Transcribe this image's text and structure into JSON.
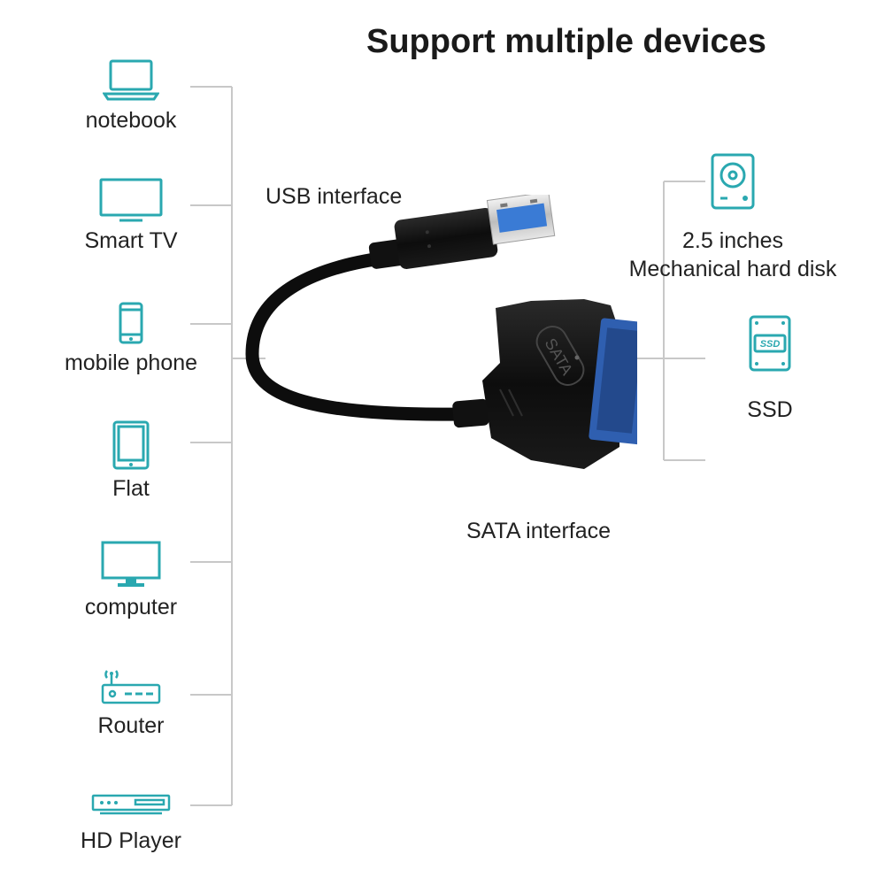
{
  "title": "Support multiple devices",
  "devices": [
    {
      "label": "notebook",
      "icon": "laptop-icon"
    },
    {
      "label": "Smart TV",
      "icon": "tv-icon"
    },
    {
      "label": "mobile phone",
      "icon": "phone-icon"
    },
    {
      "label": "Flat",
      "icon": "tablet-icon"
    },
    {
      "label": "computer",
      "icon": "monitor-icon"
    },
    {
      "label": "Router",
      "icon": "router-icon"
    },
    {
      "label": "HD Player",
      "icon": "hd-player-icon"
    }
  ],
  "usb_label": "USB interface",
  "sata_label": "SATA interface",
  "adapter_text": "SATA",
  "drives": [
    {
      "label_line1": "2.5 inches",
      "label_line2": "Mechanical hard disk",
      "icon": "hard-disk-icon"
    },
    {
      "label": "SSD",
      "icon": "ssd-icon",
      "icon_text": "SSD"
    }
  ],
  "colors": {
    "icon": "#2aa8b0",
    "line": "#c8c8c8",
    "cable": "#0d0d0d",
    "usb_blue": "#3a7bd5",
    "sata_blue": "#2f5fb0"
  }
}
